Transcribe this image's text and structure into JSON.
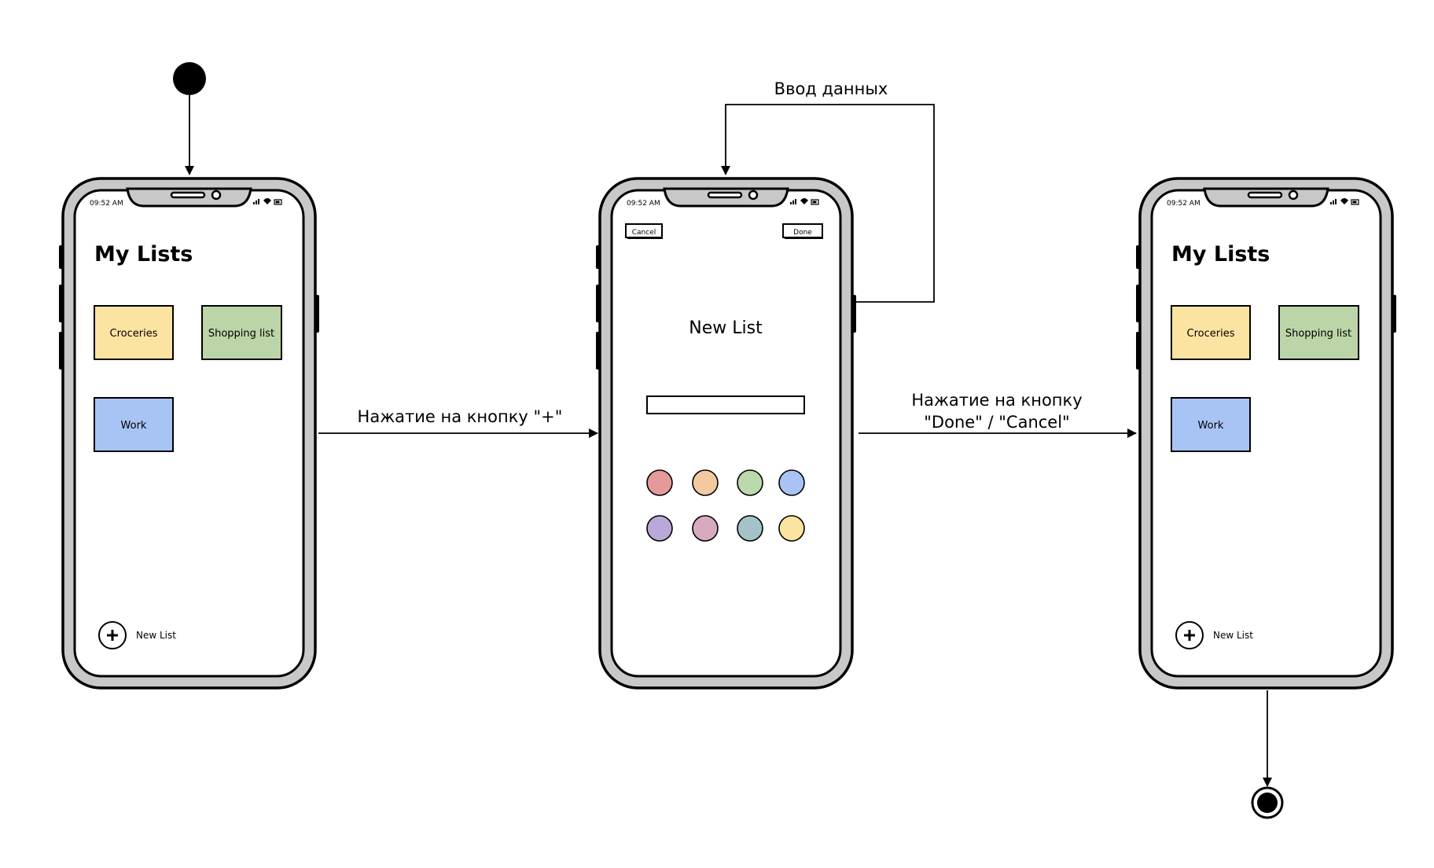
{
  "diagram": {
    "transitions": {
      "plus_label": "Нажатие на кнопку \"+\"",
      "input_label": "Ввод данных",
      "done_label_line1": "Нажатие на кнопку",
      "done_label_line2": "\"Done\" / \"Cancel\""
    }
  },
  "status_bar": {
    "time": "09:52 AM"
  },
  "screen_lists": {
    "title": "My Lists",
    "cards": [
      {
        "label": "Croceries",
        "color": "#fbe3a1"
      },
      {
        "label": "Shopping list",
        "color": "#bcd5a8"
      },
      {
        "label": "Work",
        "color": "#a8c4f4"
      }
    ],
    "new_list_label": "New List",
    "new_list_icon": "plus-circle-icon"
  },
  "screen_new_list": {
    "cancel_label": "Cancel",
    "done_label": "Done",
    "title": "New List",
    "name_input_value": "",
    "swatches": [
      "#e59a9a",
      "#f4c9a0",
      "#bcd9ad",
      "#a9c4f4",
      "#b8a9d8",
      "#d8aac0",
      "#a3c3c8",
      "#fbe3a1"
    ]
  },
  "colors": {
    "phone_frame": "#c8c8c8",
    "outline": "#000000"
  }
}
